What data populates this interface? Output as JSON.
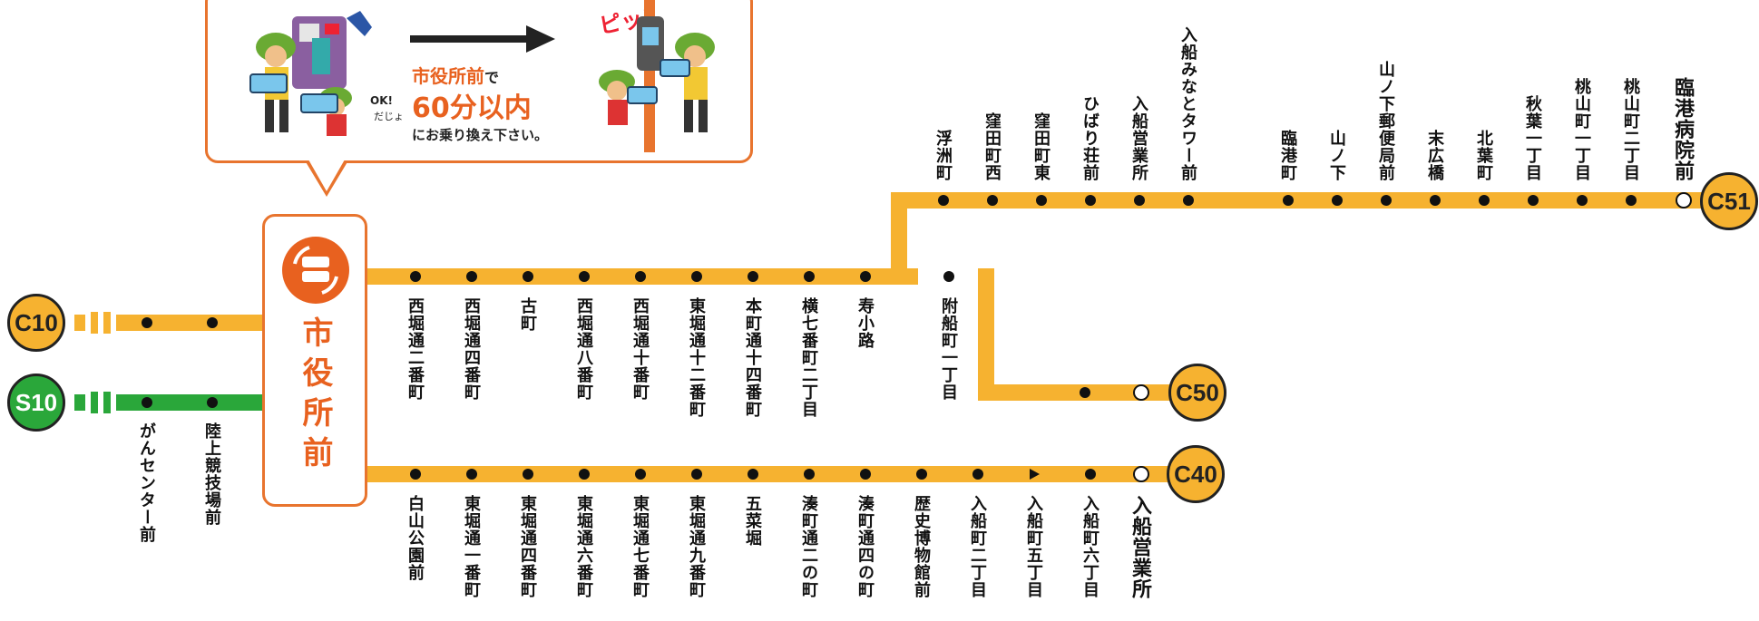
{
  "colors": {
    "orange_line": "#f6b230",
    "green_line": "#2aa73a",
    "hub_accent": "#e8611f",
    "bubble_border": "#e8742e"
  },
  "hub": {
    "name": "市役所前",
    "icon": "bus-transfer-icon"
  },
  "transfer_note": {
    "stop_name": "市役所前",
    "stop_suffix": "で",
    "time_limit": "60分以内",
    "instruction": "にお乗り換え下さい。",
    "ok_text": "OK!",
    "da_jo": "だじょ",
    "pi_text": "ピッ!"
  },
  "routes": [
    {
      "id": "C10",
      "color": "#f6b230"
    },
    {
      "id": "S10",
      "color": "#2aa73a"
    },
    {
      "id": "C51",
      "color": "#f6b230"
    },
    {
      "id": "C50",
      "color": "#f6b230"
    },
    {
      "id": "C40",
      "color": "#f6b230"
    }
  ],
  "west_stops": [
    "がんセンター前",
    "陸上競技場前"
  ],
  "main_stops": [
    "西堀通二番町",
    "西堀通四番町",
    "古町",
    "西堀通八番町",
    "西堀通十番町",
    "東堀通十二番町",
    "本町通十四番町",
    "横七番町二丁目",
    "寿小路"
  ],
  "c50_stops": [
    "附船町一丁目"
  ],
  "c51_stops": [
    "浮洲町",
    "窪田町西",
    "窪田町東",
    "ひばり荘前",
    "入船営業所",
    "入船みなとタワー前",
    "臨港町",
    "山ノ下",
    "山ノ下郵便局前",
    "末広橋",
    "北葉町",
    "秋葉一丁目",
    "桃山町一丁目",
    "桃山町二丁目"
  ],
  "c51_terminal": "臨港病院前",
  "c40_stops": [
    "白山公園前",
    "東堀通一番町",
    "東堀通四番町",
    "東堀通六番町",
    "東堀通七番町",
    "東堀通九番町",
    "五菜堀",
    "湊町通二の町",
    "湊町通四の町",
    "歴史博物館前",
    "入船町二丁目",
    "入船町五丁目",
    "入船町六丁目"
  ],
  "c40_terminal": "入船営業所"
}
